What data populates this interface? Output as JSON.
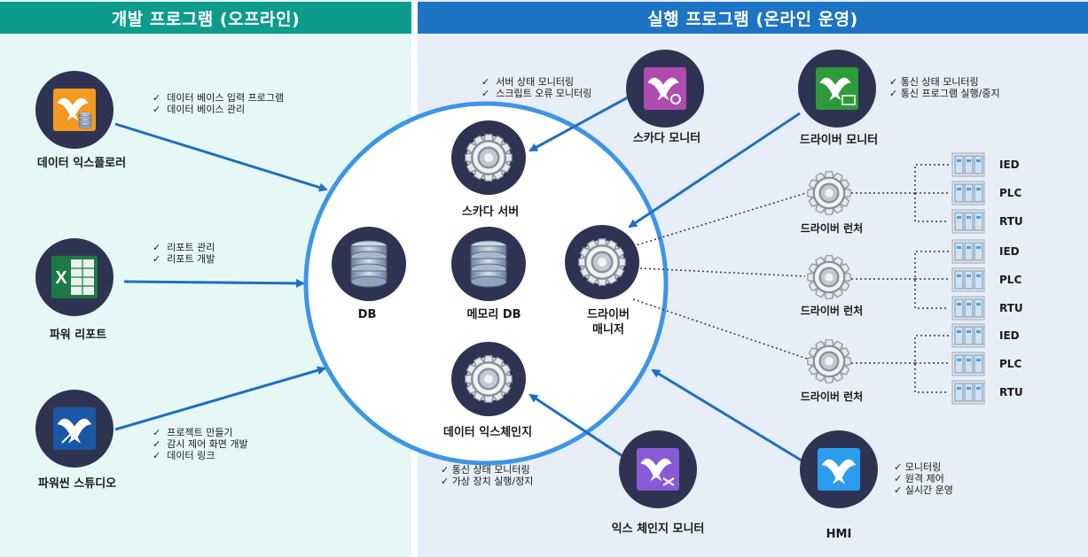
{
  "headers": {
    "offline": "개발 프로그램 (오프라인)",
    "online": "실행 프로그램 (온라인 운영)"
  },
  "dev_apps": {
    "explorer": {
      "label": "데이터 익스플로러",
      "bullets": [
        "데이터 베이스 입력 프로그램",
        "데이터 베이스 관리"
      ]
    },
    "report": {
      "label": "파워 리포트",
      "bullets": [
        "리포트 관리",
        "리포트 개발"
      ]
    },
    "studio": {
      "label": "파워씬 스튜디오",
      "bullets": [
        "프로젝트 만들기",
        "감시 제어 화면 개발",
        "데이터 링크"
      ]
    }
  },
  "core": {
    "scada_server": "스카다 서버",
    "db": "DB",
    "memory_db": "메모리 DB",
    "driver_manager": [
      "드라이버",
      "매니저"
    ],
    "data_exchange": "데이터 익스체인지"
  },
  "monitors": {
    "scada": {
      "label": "스카다 모니터",
      "bullets": [
        "서버 상태 모니터링",
        "스크립트 오류 모니터링"
      ]
    },
    "driver": {
      "label": "드라이버 모니터",
      "bullets": [
        "통신 상태 모니터링",
        "통신 프로그램 실행/중지"
      ]
    },
    "exchange": {
      "label": "익스 체인지 모니터",
      "bullets": [
        "통신 상태 모니터링",
        "가상 장치 실행/정지"
      ]
    },
    "hmi": {
      "label": "HMI",
      "bullets": [
        "모니터링",
        "원격 제어",
        "실시간 운영"
      ]
    }
  },
  "launchers": [
    "드라이버 런처",
    "드라이버 런처",
    "드라이버 런처"
  ],
  "devices": [
    "IED",
    "PLC",
    "RTU"
  ],
  "colors": {
    "arrow": "#1e6fbf",
    "circle_border": "#3d95e6",
    "node_bg": "#2e3352",
    "explorer_icon": "#f29a1f",
    "report_icon": "#1d7a45",
    "studio_icon": "#1b57a5",
    "scada_icon": "#b04cb0",
    "driver_icon": "#2e9b3a",
    "exchange_icon": "#8a5ad6",
    "hmi_icon": "#2c9cef"
  }
}
